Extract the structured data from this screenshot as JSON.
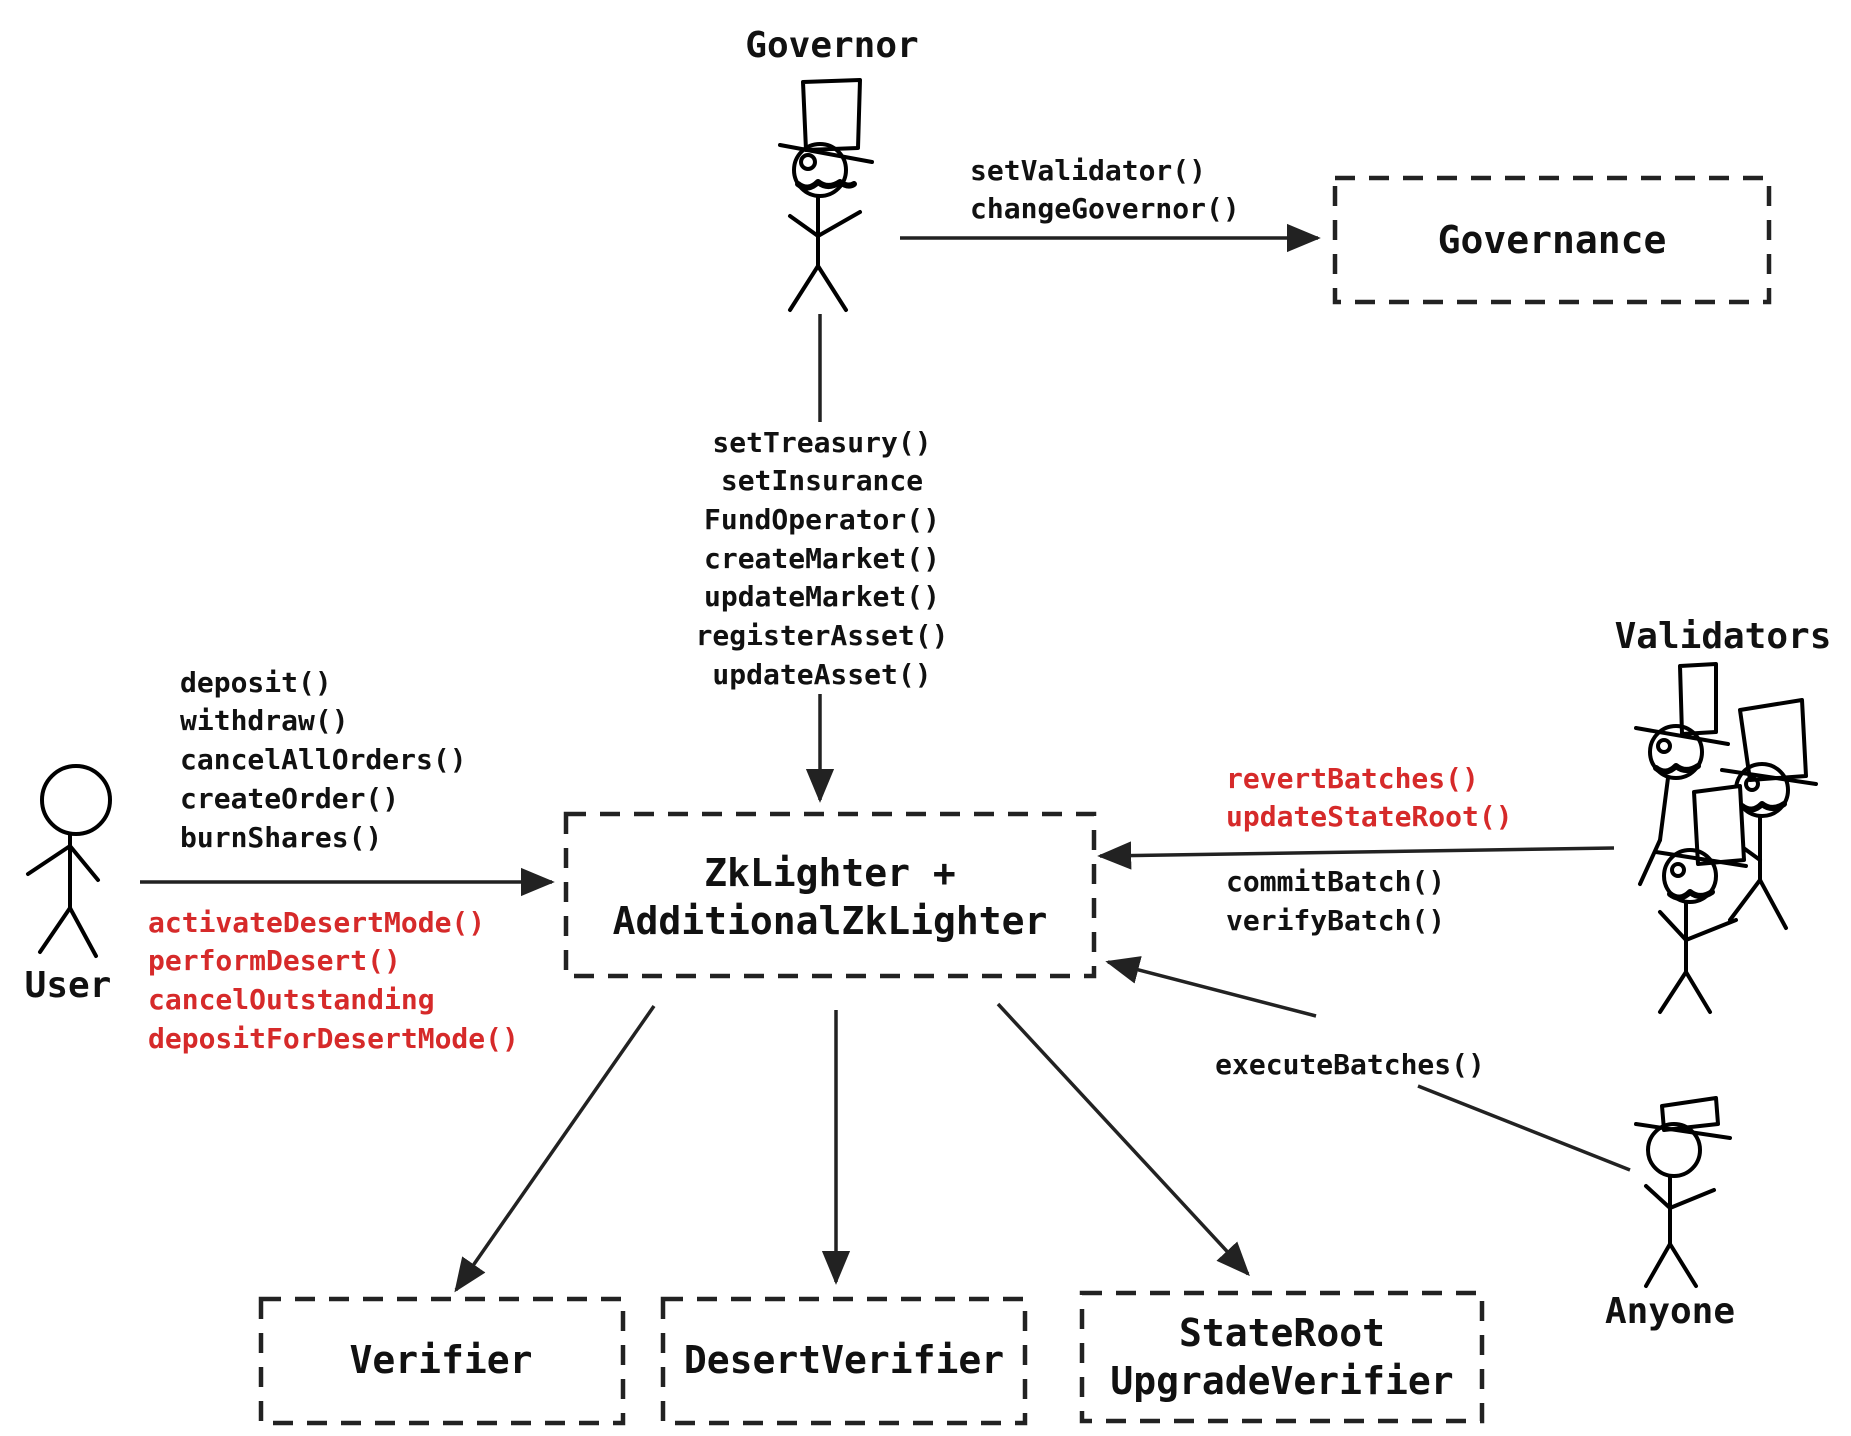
{
  "colors": {
    "ink": "#111111",
    "red": "#d62a2a",
    "background": "#ffffff"
  },
  "actors": {
    "governor": "Governor",
    "validators": "Validators",
    "user": "User",
    "anyone": "Anyone"
  },
  "boxes": {
    "governance": "Governance",
    "zklighter_line1": "ZkLighter +",
    "zklighter_line2": "AdditionalZkLighter",
    "verifier": "Verifier",
    "desert_verifier": "DesertVerifier",
    "stateroot_line1": "StateRoot",
    "stateroot_line2": "UpgradeVerifier"
  },
  "edges": {
    "governor_to_governance": [
      "setValidator()",
      "changeGovernor()"
    ],
    "governor_to_zklighter": [
      "setTreasury()",
      "setInsurance",
      "FundOperator()",
      "createMarket()",
      "updateMarket()",
      "registerAsset()",
      "updateAsset()"
    ],
    "user_black": [
      "deposit()",
      "withdraw()",
      "cancelAllOrders()",
      "createOrder()",
      "burnShares()"
    ],
    "user_red": [
      "activateDesertMode()",
      "performDesert()",
      "cancelOutstanding",
      "depositForDesertMode()"
    ],
    "validators_red": [
      "revertBatches()",
      "updateStateRoot()"
    ],
    "validators_black": [
      "commitBatch()",
      "verifyBatch()"
    ],
    "anyone": [
      "executeBatches()"
    ]
  }
}
